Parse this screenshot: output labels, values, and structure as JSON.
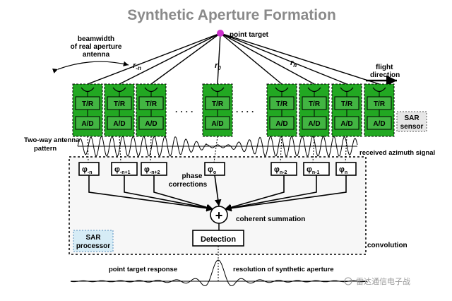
{
  "title": "Synthetic Aperture Formation",
  "labels": {
    "point_target": "point target",
    "beamwidth": [
      "beamwidth",
      "of real aperture",
      "antenna"
    ],
    "flight": [
      "flight",
      "direction"
    ],
    "sar_sensor": [
      "SAR",
      "sensor"
    ],
    "two_way": [
      "Two-way antenna",
      "pattern"
    ],
    "received": "received azimuth signal",
    "phase": [
      "phase",
      "corrections"
    ],
    "coherent": "coherent summation",
    "sar_processor": [
      "SAR",
      "processor"
    ],
    "convolution": "convolution",
    "detection": "Detection",
    "ptr": "point target response",
    "resolution": "resolution of synthetic aperture",
    "watermark": "雷达通信电子战",
    "dots": "· · · ·",
    "plus": "+"
  },
  "ranges": [
    {
      "base": "r",
      "sub": "-n"
    },
    {
      "base": "r",
      "sub": "0"
    },
    {
      "base": "r",
      "sub": "n"
    }
  ],
  "module": {
    "tr": "T/R",
    "ad": "A/D"
  },
  "phase_boxes": [
    {
      "base": "φ",
      "sub": "-n"
    },
    {
      "base": "φ",
      "sub": "-n+1"
    },
    {
      "base": "φ",
      "sub": "-n+2"
    },
    {
      "base": "φ",
      "sub": "o"
    },
    {
      "base": "φ",
      "sub": "n-2"
    },
    {
      "base": "φ",
      "sub": "n-1"
    },
    {
      "base": "φ",
      "sub": "n"
    }
  ],
  "colors": {
    "module_green": "#22a822",
    "title_gray": "#8a8a8a",
    "target": "#cc33cc"
  }
}
